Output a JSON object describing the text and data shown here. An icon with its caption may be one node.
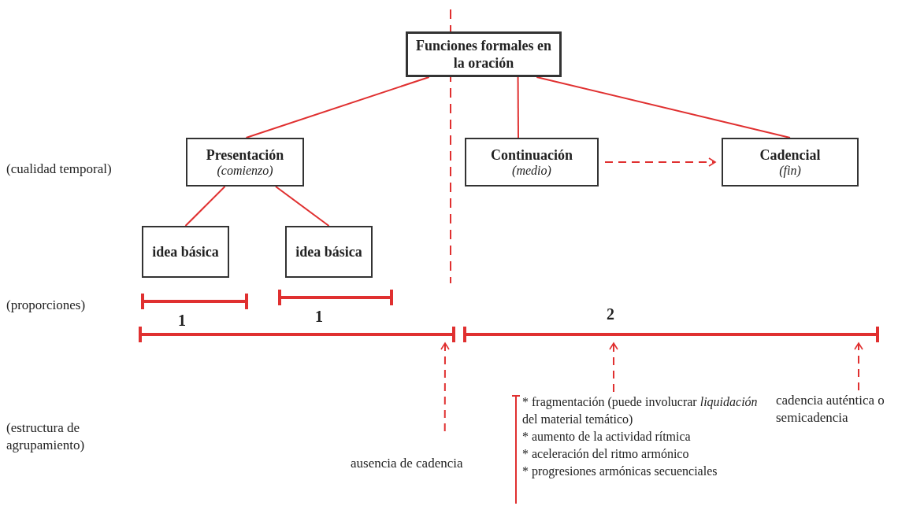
{
  "diagram": {
    "nodes": [
      {
        "text": [
          "Funciones formales en la oración"
        ]
      },
      {
        "text": [
          "Presentación",
          "(comienzo)"
        ]
      },
      {
        "text": [
          "Continuación",
          "(medio)"
        ]
      },
      {
        "text": [
          "Cadencial",
          "(fin)"
        ]
      },
      {
        "text": [
          "idea básica"
        ]
      },
      {
        "text": [
          "idea básica"
        ]
      },
      {
        "text": [],
        "shape": "bar",
        "beside": [
          "1"
        ]
      },
      {
        "text": [],
        "shape": "bar",
        "beside": [
          "1"
        ]
      },
      {
        "text": [],
        "shape": "bar"
      },
      {
        "text": [],
        "shape": "bar",
        "beside": [
          "2"
        ]
      },
      {
        "text": [
          "ausencia de cadencia"
        ]
      },
      {
        "text": [
          "* fragmentación (puede involucrar *liquidación* del material temático)",
          "* aumento de la actividad rítmica",
          "* aceleración del ritmo armónico",
          "* progresiones armónicas secuenciales"
        ]
      },
      {
        "text": [
          "cadencia auténtica o semicadencia"
        ]
      }
    ],
    "edges": [
      {
        "from": 0,
        "to": 1,
        "arrow": "none"
      },
      {
        "from": 0,
        "to": 2,
        "arrow": "none"
      },
      {
        "from": 0,
        "to": 3,
        "arrow": "none"
      },
      {
        "from": 1,
        "to": 4,
        "arrow": "none"
      },
      {
        "from": 1,
        "to": 5,
        "arrow": "none"
      },
      {
        "from": 2,
        "to": 3,
        "arrow": "to",
        "style": "dashed"
      },
      {
        "from": 10,
        "to": 8,
        "arrow": "to",
        "style": "dashed"
      },
      {
        "from": 11,
        "to": 9,
        "arrow": "to",
        "style": "dashed"
      },
      {
        "from": 12,
        "to": 9,
        "arrow": "to",
        "style": "dashed"
      }
    ],
    "labels": [
      "(cualidad temporal)",
      "(proporciones)",
      "(estructura de agrupamiento)"
    ]
  }
}
